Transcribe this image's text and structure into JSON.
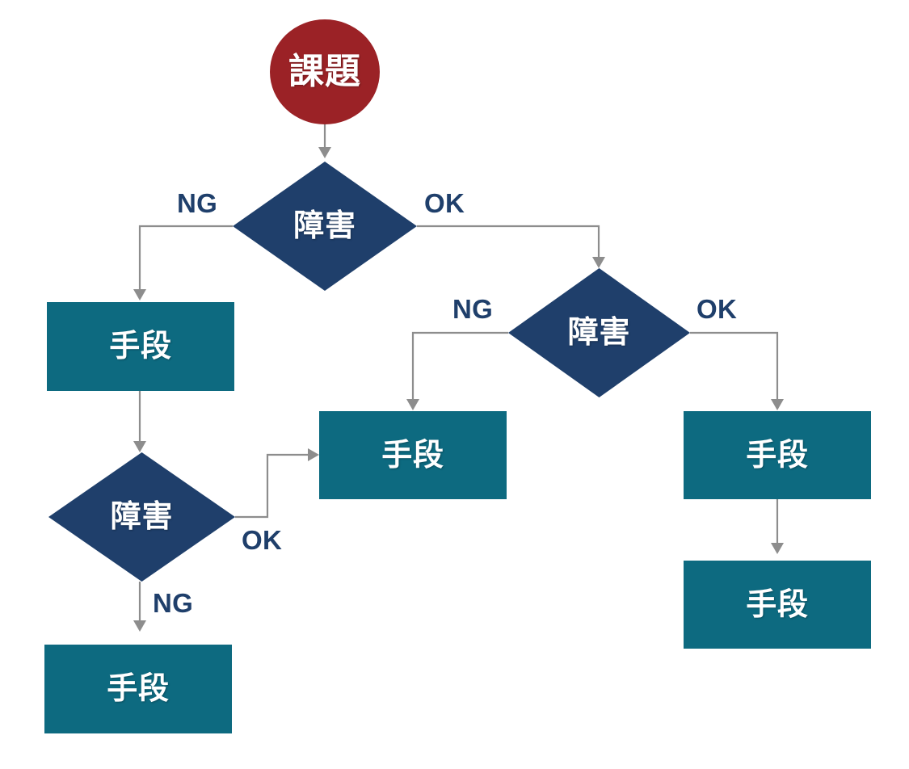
{
  "diagram": {
    "type": "flowchart",
    "title_text_visible": false,
    "background_color": "#FFFFFF",
    "palette": {
      "start_node": "#9B2226",
      "decision_node": "#1F3F6B",
      "process_node": "#0D6A80",
      "node_text": "#FFFFFF",
      "edge_label_text": "#1F3F6B",
      "connector_line": "#8D8D8D"
    },
    "nodes": [
      {
        "id": "start",
        "shape": "circle",
        "label": "課題"
      },
      {
        "id": "decision1",
        "shape": "diamond",
        "label": "障害"
      },
      {
        "id": "means1",
        "shape": "rectangle",
        "label": "手段"
      },
      {
        "id": "decision2",
        "shape": "diamond",
        "label": "障害"
      },
      {
        "id": "means2",
        "shape": "rectangle",
        "label": "手段"
      },
      {
        "id": "means3",
        "shape": "rectangle",
        "label": "手段"
      },
      {
        "id": "decision3",
        "shape": "diamond",
        "label": "障害"
      },
      {
        "id": "means4",
        "shape": "rectangle",
        "label": "手段"
      },
      {
        "id": "means5",
        "shape": "rectangle",
        "label": "手段"
      }
    ],
    "edges": [
      {
        "from": "start",
        "to": "decision1",
        "label": ""
      },
      {
        "from": "decision1",
        "to": "means1",
        "label": "NG"
      },
      {
        "from": "decision1",
        "to": "decision2",
        "label": "OK"
      },
      {
        "from": "decision2",
        "to": "means2",
        "label": "NG"
      },
      {
        "from": "decision2",
        "to": "means3",
        "label": "OK"
      },
      {
        "from": "means1",
        "to": "decision3",
        "label": ""
      },
      {
        "from": "decision3",
        "to": "means2",
        "label": "OK"
      },
      {
        "from": "decision3",
        "to": "means4",
        "label": "NG"
      },
      {
        "from": "means3",
        "to": "means5",
        "label": ""
      }
    ],
    "labels": {
      "start": "課題",
      "decision1": "障害",
      "decision2": "障害",
      "decision3": "障害",
      "means1": "手段",
      "means2": "手段",
      "means3": "手段",
      "means4": "手段",
      "means5": "手段",
      "edge_d1_ng": "NG",
      "edge_d1_ok": "OK",
      "edge_d2_ng": "NG",
      "edge_d2_ok": "OK",
      "edge_d3_ok": "OK",
      "edge_d3_ng": "NG"
    }
  }
}
